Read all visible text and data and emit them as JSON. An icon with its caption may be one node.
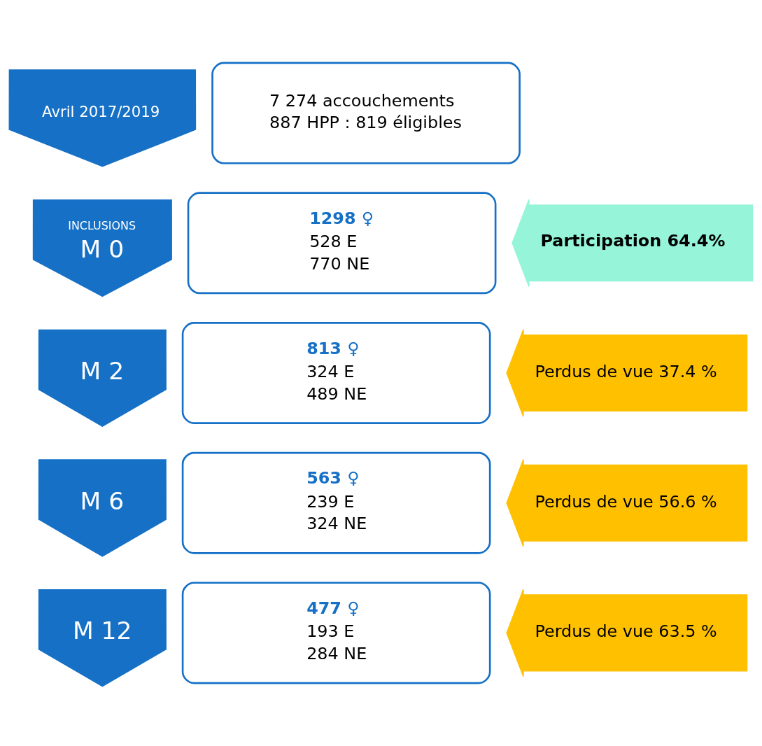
{
  "diagram": {
    "nodes": [
      {
        "text": [
          "Avril 2017/2019"
        ]
      },
      {
        "text": [
          "7 274 accouchements",
          "887 HPP : 819 éligibles"
        ]
      },
      {
        "text": [
          "INCLUSIONS",
          "M 0"
        ]
      },
      {
        "text": [
          "1298 ♀",
          "528 E",
          "770 NE"
        ]
      },
      {
        "text": [
          "Participation 64.4%"
        ]
      },
      {
        "text": [
          "M 2"
        ]
      },
      {
        "text": [
          "813 ♀",
          "324 E",
          "489 NE"
        ]
      },
      {
        "text": [
          "Perdus de vue 37.4 %"
        ]
      },
      {
        "text": [
          "M 6"
        ]
      },
      {
        "text": [
          "563 ♀",
          "239 E",
          "324 NE"
        ]
      },
      {
        "text": [
          "Perdus de vue 56.6 %"
        ]
      },
      {
        "text": [
          "M 12"
        ]
      },
      {
        "text": [
          "477 ♀",
          "193 E",
          "284 NE"
        ]
      },
      {
        "text": [
          "Perdus de vue 63.5 %"
        ]
      }
    ]
  }
}
